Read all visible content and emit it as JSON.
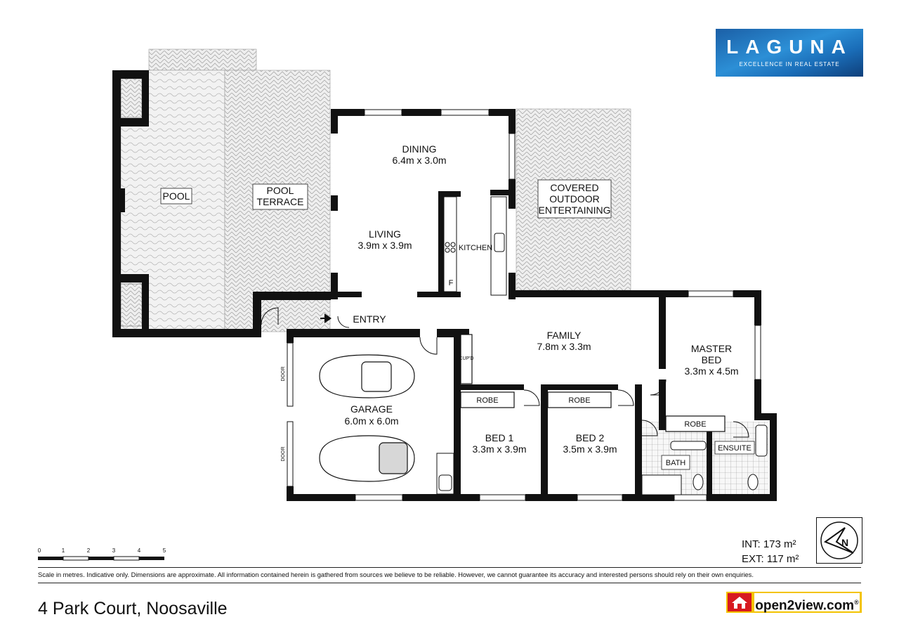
{
  "brand": {
    "name": "LAGUNA",
    "tagline": "EXCELLENCE IN REAL ESTATE",
    "primary_color": "#1f6fb8"
  },
  "rooms": {
    "pool": "POOL",
    "pool_terrace_l1": "POOL",
    "pool_terrace_l2": "TERRACE",
    "dining": "DINING",
    "dining_dim": "6.4m x 3.0m",
    "living": "LIVING",
    "living_dim": "3.9m x 3.9m",
    "kitchen": "KITCHEN",
    "fridge": "F",
    "covered_l1": "COVERED",
    "covered_l2": "OUTDOOR",
    "covered_l3": "ENTERTAINING",
    "entry": "ENTRY",
    "family": "FAMILY",
    "family_dim": "7.8m x 3.3m",
    "master_l1": "MASTER",
    "master_l2": "BED",
    "master_dim": "3.3m x 4.5m",
    "garage": "GARAGE",
    "garage_dim": "6.0m x 6.0m",
    "cupd": "CUP'D",
    "bed1": "BED 1",
    "bed1_dim": "3.3m x 3.9m",
    "bed2": "BED 2",
    "bed2_dim": "3.5m x 3.9m",
    "robe1": "ROBE",
    "robe2": "ROBE",
    "robe3": "ROBE",
    "bath": "BATH",
    "ensuite": "ENSUITE",
    "door_label_1": "DOOR",
    "door_label_2": "DOOR"
  },
  "scale": {
    "ticks": [
      "0",
      "1",
      "2",
      "3",
      "4",
      "5"
    ]
  },
  "areas": {
    "int": "INT: 173 m²",
    "ext": "EXT: 117 m²"
  },
  "footer": {
    "disclaimer": "Scale in metres. Indicative only. Dimensions are approximate. All information contained herein is gathered from sources we believe to be reliable. However, we cannot guarantee its accuracy and interested persons should rely on their own enquiries.",
    "address": "4 Park Court, Noosaville"
  },
  "partner": {
    "name": "open2view.com",
    "reg": "®"
  },
  "compass": {
    "letter": "N"
  }
}
